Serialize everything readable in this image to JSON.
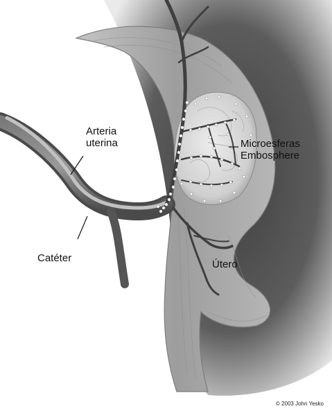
{
  "labels": {
    "arteria_line1": "Arteria",
    "arteria_line2": "uterina",
    "microesferas_line1": "Microesferas",
    "microesferas_line2": "Embosphere",
    "cateter": "Catéter",
    "utero": "Útero"
  },
  "copyright": "© 2003 John Yesko",
  "colors": {
    "background": "#ffffff",
    "dark_shadow": "#3a3a3a",
    "uterine_wall": "#a9a9a9",
    "vessel": "#5a5a5a",
    "fibroid": "#d9d9d9",
    "microspheres": "#ffffff"
  }
}
